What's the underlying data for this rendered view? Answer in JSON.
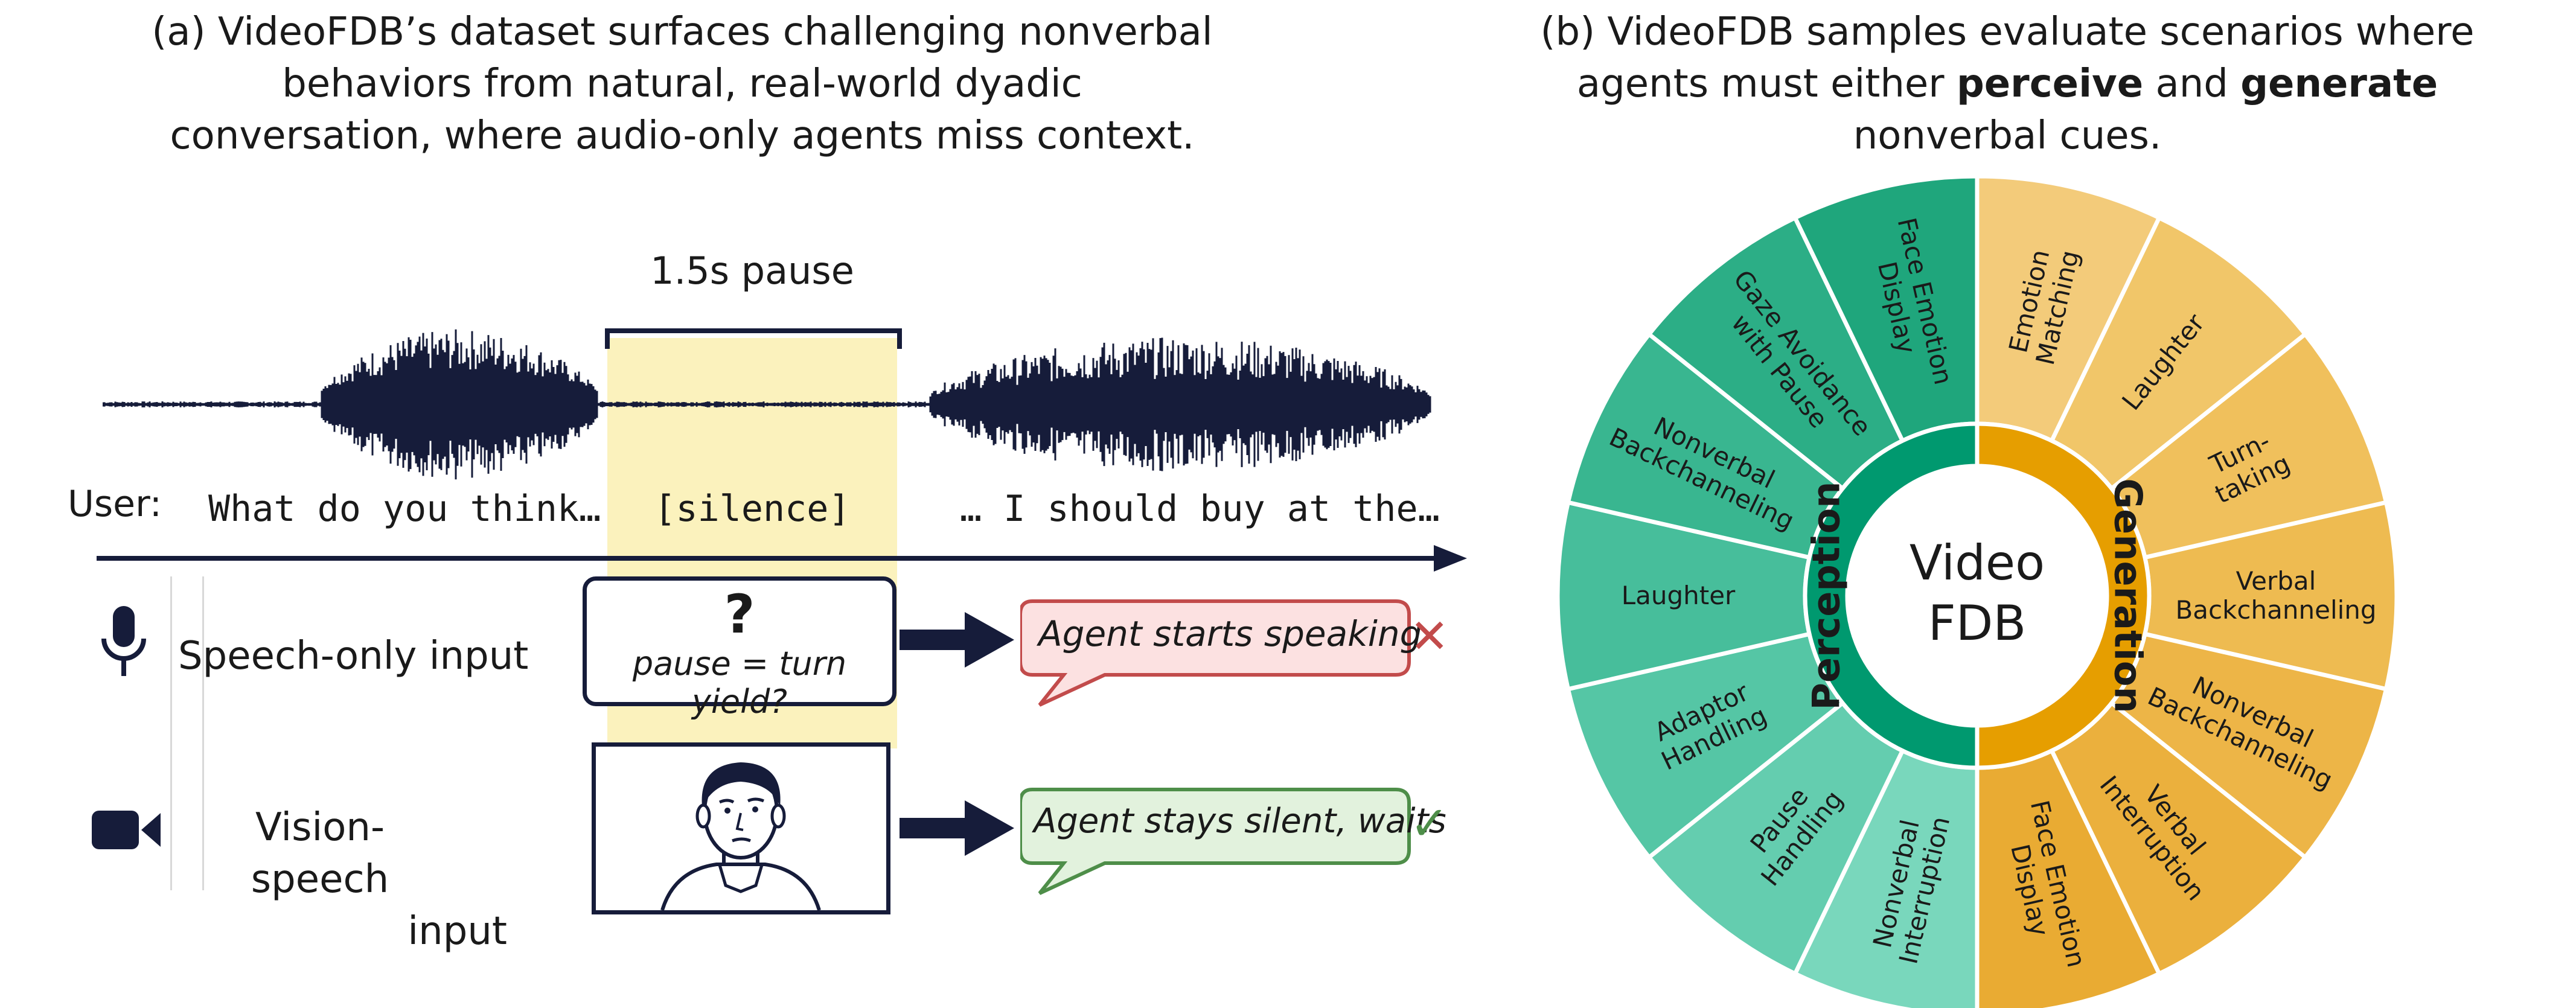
{
  "panel_a": {
    "caption_lines": [
      "(a) VideoFDB’s dataset surfaces challenging nonverbal",
      "behaviors from natural, real-world dyadic",
      "conversation, where audio-only agents miss context."
    ],
    "pause_label": "1.5s pause",
    "user_label": "User:",
    "transcript": {
      "before": "What do you think…",
      "silence": "[silence]",
      "after": "… I should buy at the…"
    },
    "rows": {
      "speech": {
        "label": "Speech-only input",
        "question_mark": "?",
        "question_text": "pause = turn yield?",
        "agent_text": "Agent starts speaking",
        "result_mark": "✕"
      },
      "vision": {
        "label_line1": "Vision-speech",
        "label_line2": "input",
        "agent_text": "Agent stays silent, waits",
        "result_mark": "✓"
      }
    },
    "colors": {
      "pause_highlight": "#fbf2bd",
      "navy": "#161c3a",
      "wrong_fill": "#fce1e1",
      "wrong_stroke": "#c24b4b",
      "right_fill": "#e2f2dd",
      "right_stroke": "#4e8e49"
    }
  },
  "panel_b": {
    "caption": {
      "line1": "(b) VideoFDB samples evaluate scenarios where",
      "line2_prefix": "agents must either ",
      "line2_bold1": "perceive",
      "line2_mid": " and ",
      "line2_bold2": "generate",
      "line3": "nonverbal cues."
    },
    "center_label": {
      "line1": "Video",
      "line2": "FDB"
    },
    "inner": [
      {
        "label": "Perception",
        "color": "#00996f"
      },
      {
        "label": "Generation",
        "color": "#e69e00"
      }
    ],
    "outer": [
      {
        "lines": [
          "Emotion",
          "Matching"
        ],
        "group": "Generation",
        "color": "#f3cb7a"
      },
      {
        "lines": [
          "Laughter"
        ],
        "group": "Generation",
        "color": "#f1c669"
      },
      {
        "lines": [
          "Turn-",
          "taking"
        ],
        "group": "Generation",
        "color": "#f0c05c"
      },
      {
        "lines": [
          "Verbal",
          "Backchanneling"
        ],
        "group": "Generation",
        "color": "#eebb51"
      },
      {
        "lines": [
          "Nonverbal",
          "Backchanneling"
        ],
        "group": "Generation",
        "color": "#edb547"
      },
      {
        "lines": [
          "Verbal",
          "Interruption"
        ],
        "group": "Generation",
        "color": "#ebb03d"
      },
      {
        "lines": [
          "Face Emotion",
          "Display"
        ],
        "group": "Generation",
        "color": "#e9ab33"
      },
      {
        "lines": [
          "Nonverbal",
          "Interruption"
        ],
        "group": "Perception",
        "color": "#79d7bc"
      },
      {
        "lines": [
          "Pause",
          "Handling"
        ],
        "group": "Perception",
        "color": "#64cdaf"
      },
      {
        "lines": [
          "Adaptor",
          "Handling"
        ],
        "group": "Perception",
        "color": "#55c6a5"
      },
      {
        "lines": [
          "Laughter"
        ],
        "group": "Perception",
        "color": "#47be9b"
      },
      {
        "lines": [
          "Nonverbal",
          "Backchanneling"
        ],
        "group": "Perception",
        "color": "#39b690"
      },
      {
        "lines": [
          "Gaze Avoidance",
          "with Pause"
        ],
        "group": "Perception",
        "color": "#2cae86"
      },
      {
        "lines": [
          "Face Emotion",
          "Display"
        ],
        "group": "Perception",
        "color": "#1fa67c"
      }
    ]
  }
}
